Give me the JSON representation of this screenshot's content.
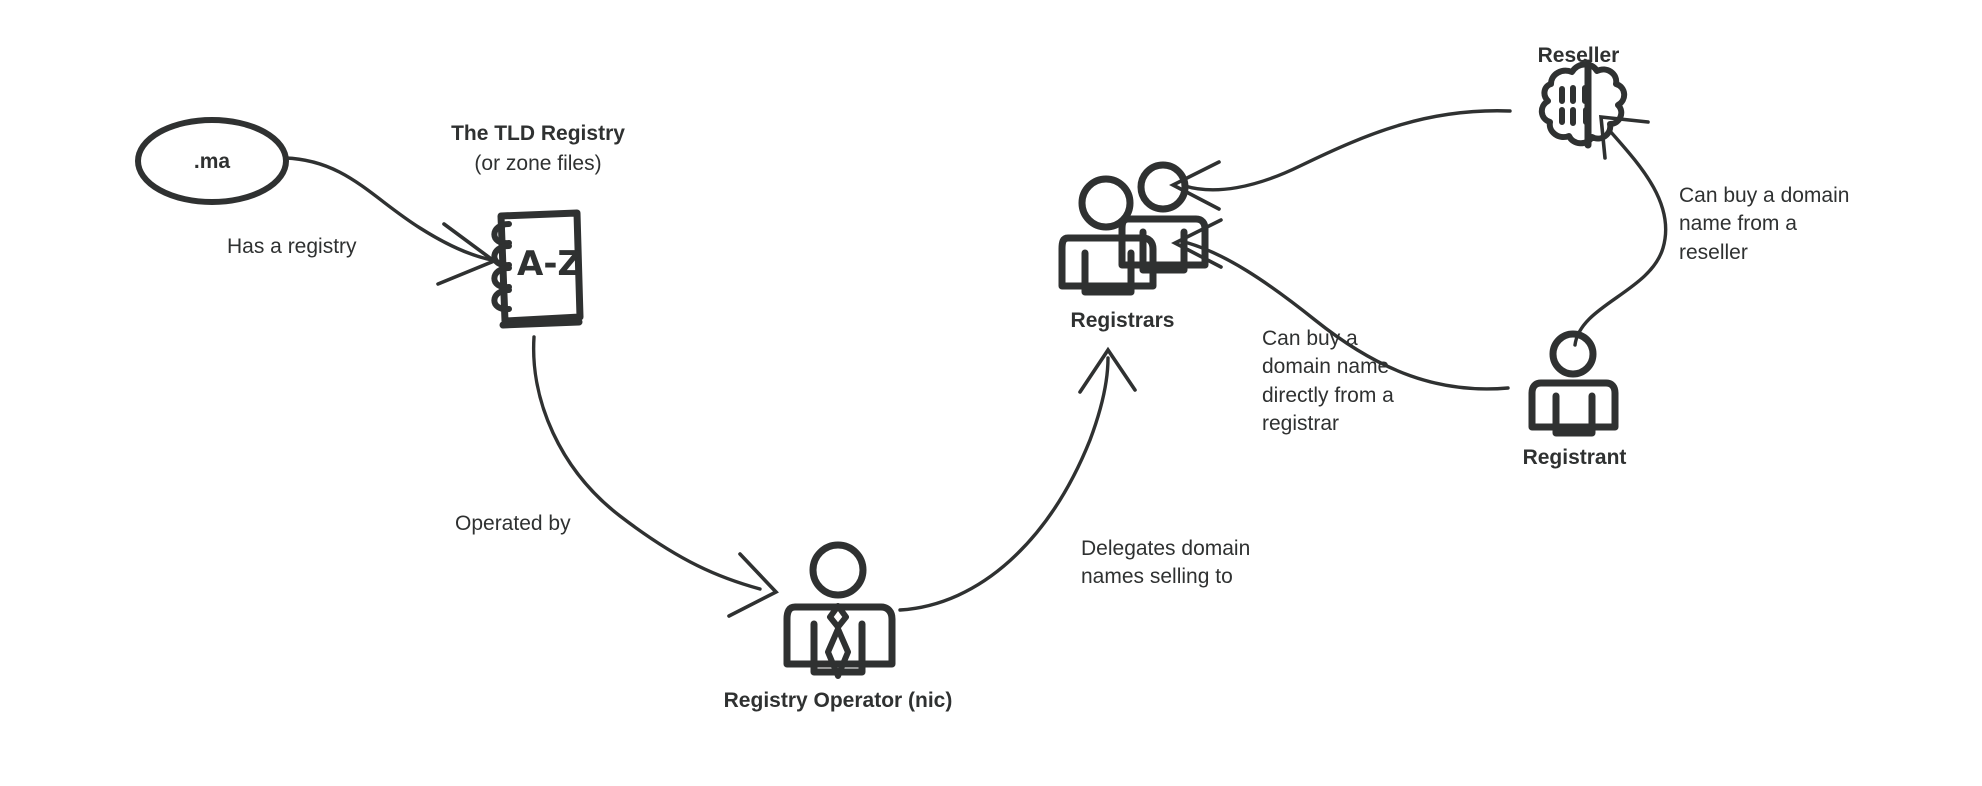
{
  "diagram": {
    "title_nodes": {
      "tld_domain": {
        "label": ".ma",
        "icon": "ellipse-node"
      },
      "tld_registry": {
        "title": "The TLD Registry",
        "subtitle": "(or zone files)",
        "icon": "notebook-a-z-icon",
        "icon_text": "A-Z"
      },
      "registry_operator": {
        "title": "Registry Operator (nic)",
        "icon": "business-person-icon"
      },
      "registrars": {
        "title": "Registrars",
        "icon": "two-people-icon"
      },
      "reseller": {
        "title": "Reseller",
        "icon": "dollar-sign-icon"
      },
      "registrant": {
        "title": "Registrant",
        "icon": "single-person-icon"
      }
    },
    "edges": [
      {
        "id": "has-a-registry",
        "label": "Has a registry",
        "from": "tld_domain",
        "to": "tld_registry"
      },
      {
        "id": "operated-by",
        "label": "Operated by",
        "from": "tld_registry",
        "to": "registry_operator"
      },
      {
        "id": "delegates-domain-names-selling-to",
        "label": "Delegates domain\nnames selling to",
        "from": "registry_operator",
        "to": "registrars"
      },
      {
        "id": "can-buy-directly-from-registrar",
        "label": "Can buy a\ndomain name\ndirectly from a\nregistrar",
        "from": "registrant",
        "to": "registrars"
      },
      {
        "id": "can-buy-from-reseller",
        "label": "Can buy a domain\nname from a\nreseller",
        "from": "registrant",
        "to": "reseller"
      },
      {
        "id": "reseller-to-registrars",
        "label": "",
        "from": "reseller",
        "to": "registrars"
      }
    ],
    "colors": {
      "stroke": "#2f3131",
      "background": "#ffffff"
    }
  }
}
